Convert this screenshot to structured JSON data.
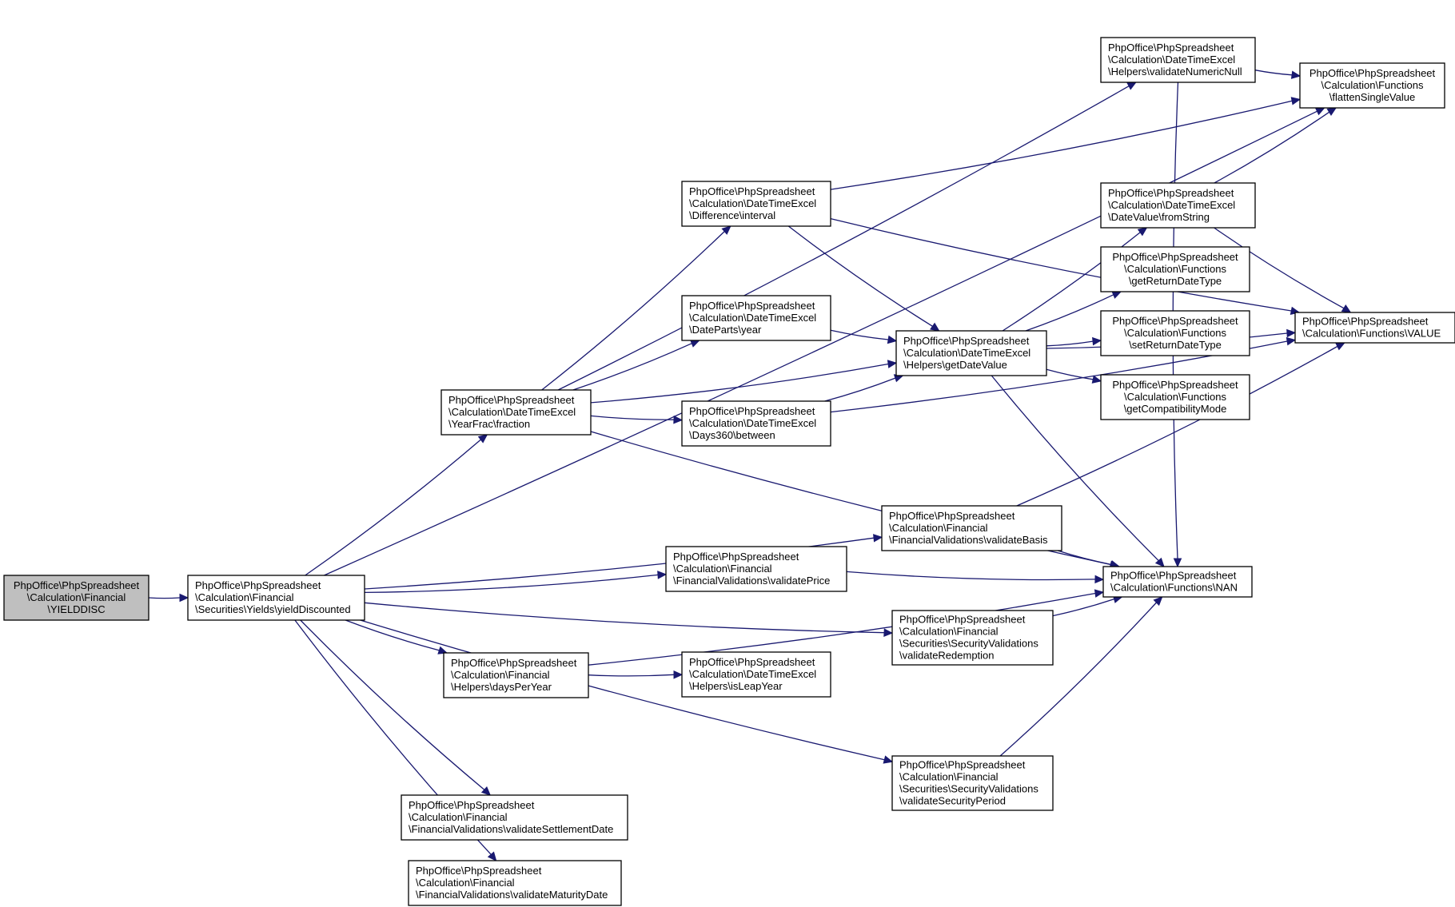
{
  "diagram": {
    "colors": {
      "edge": "#191970",
      "root_fill": "#bfbfbf",
      "node_fill": "#ffffff",
      "border": "#000000"
    },
    "nodes": [
      {
        "id": "yielddisc",
        "name": "node-yielddisc",
        "root": true,
        "align": "center",
        "lines": [
          "PhpOffice\\PhpSpreadsheet",
          "\\Calculation\\Financial",
          "\\YIELDDISC"
        ]
      },
      {
        "id": "yieldDiscounted",
        "name": "node-yield-discounted",
        "lines": [
          "PhpOffice\\PhpSpreadsheet",
          "\\Calculation\\Financial",
          "\\Securities\\Yields\\yieldDiscounted"
        ]
      },
      {
        "id": "fraction",
        "name": "node-yearfrac-fraction",
        "lines": [
          "PhpOffice\\PhpSpreadsheet",
          "\\Calculation\\DateTimeExcel",
          "\\YearFrac\\fraction"
        ]
      },
      {
        "id": "interval",
        "name": "node-difference-interval",
        "lines": [
          "PhpOffice\\PhpSpreadsheet",
          "\\Calculation\\DateTimeExcel",
          "\\Difference\\interval"
        ]
      },
      {
        "id": "year",
        "name": "node-dateparts-year",
        "lines": [
          "PhpOffice\\PhpSpreadsheet",
          "\\Calculation\\DateTimeExcel",
          "\\DateParts\\year"
        ]
      },
      {
        "id": "between",
        "name": "node-days360-between",
        "lines": [
          "PhpOffice\\PhpSpreadsheet",
          "\\Calculation\\DateTimeExcel",
          "\\Days360\\between"
        ]
      },
      {
        "id": "validateNumericNull",
        "name": "node-validate-numeric-null",
        "lines": [
          "PhpOffice\\PhpSpreadsheet",
          "\\Calculation\\DateTimeExcel",
          "\\Helpers\\validateNumericNull"
        ]
      },
      {
        "id": "flattenSingleValue",
        "name": "node-flatten-single-value",
        "align": "center",
        "lines": [
          "PhpOffice\\PhpSpreadsheet",
          "\\Calculation\\Functions",
          "\\flattenSingleValue"
        ]
      },
      {
        "id": "fromString",
        "name": "node-datevalue-from-string",
        "lines": [
          "PhpOffice\\PhpSpreadsheet",
          "\\Calculation\\DateTimeExcel",
          "\\DateValue\\fromString"
        ]
      },
      {
        "id": "getReturnDateType",
        "name": "node-get-return-date-type",
        "align": "center",
        "lines": [
          "PhpOffice\\PhpSpreadsheet",
          "\\Calculation\\Functions",
          "\\getReturnDateType"
        ]
      },
      {
        "id": "setReturnDateType",
        "name": "node-set-return-date-type",
        "align": "center",
        "lines": [
          "PhpOffice\\PhpSpreadsheet",
          "\\Calculation\\Functions",
          "\\setReturnDateType"
        ]
      },
      {
        "id": "getCompatibilityMode",
        "name": "node-get-compatibility-mode",
        "align": "center",
        "lines": [
          "PhpOffice\\PhpSpreadsheet",
          "\\Calculation\\Functions",
          "\\getCompatibilityMode"
        ]
      },
      {
        "id": "getDateValue",
        "name": "node-helpers-get-date-value",
        "lines": [
          "PhpOffice\\PhpSpreadsheet",
          "\\Calculation\\DateTimeExcel",
          "\\Helpers\\getDateValue"
        ]
      },
      {
        "id": "VALUE",
        "name": "node-functions-value",
        "lines": [
          "PhpOffice\\PhpSpreadsheet",
          "\\Calculation\\Functions\\VALUE"
        ]
      },
      {
        "id": "validateBasis",
        "name": "node-validate-basis",
        "lines": [
          "PhpOffice\\PhpSpreadsheet",
          "\\Calculation\\Financial",
          "\\FinancialValidations\\validateBasis"
        ]
      },
      {
        "id": "validatePrice",
        "name": "node-validate-price",
        "lines": [
          "PhpOffice\\PhpSpreadsheet",
          "\\Calculation\\Financial",
          "\\FinancialValidations\\validatePrice"
        ]
      },
      {
        "id": "NAN",
        "name": "node-functions-nan",
        "lines": [
          "PhpOffice\\PhpSpreadsheet",
          "\\Calculation\\Functions\\NAN"
        ]
      },
      {
        "id": "validateRedemption",
        "name": "node-validate-redemption",
        "lines": [
          "PhpOffice\\PhpSpreadsheet",
          "\\Calculation\\Financial",
          "\\Securities\\SecurityValidations",
          "\\validateRedemption"
        ]
      },
      {
        "id": "daysPerYear",
        "name": "node-days-per-year",
        "lines": [
          "PhpOffice\\PhpSpreadsheet",
          "\\Calculation\\Financial",
          "\\Helpers\\daysPerYear"
        ]
      },
      {
        "id": "isLeapYear",
        "name": "node-is-leap-year",
        "lines": [
          "PhpOffice\\PhpSpreadsheet",
          "\\Calculation\\DateTimeExcel",
          "\\Helpers\\isLeapYear"
        ]
      },
      {
        "id": "validateSecurityPeriod",
        "name": "node-validate-security-period",
        "lines": [
          "PhpOffice\\PhpSpreadsheet",
          "\\Calculation\\Financial",
          "\\Securities\\SecurityValidations",
          "\\validateSecurityPeriod"
        ]
      },
      {
        "id": "validateSettlementDate",
        "name": "node-validate-settlement-date",
        "lines": [
          "PhpOffice\\PhpSpreadsheet",
          "\\Calculation\\Financial",
          "\\FinancialValidations\\validateSettlementDate"
        ]
      },
      {
        "id": "validateMaturityDate",
        "name": "node-validate-maturity-date",
        "lines": [
          "PhpOffice\\PhpSpreadsheet",
          "\\Calculation\\Financial",
          "\\FinancialValidations\\validateMaturityDate"
        ]
      }
    ],
    "edges": [
      [
        "yielddisc",
        "yieldDiscounted"
      ],
      [
        "yieldDiscounted",
        "fraction"
      ],
      [
        "yieldDiscounted",
        "flattenSingleValue"
      ],
      [
        "yieldDiscounted",
        "validateBasis"
      ],
      [
        "yieldDiscounted",
        "validatePrice"
      ],
      [
        "yieldDiscounted",
        "validateRedemption"
      ],
      [
        "yieldDiscounted",
        "daysPerYear"
      ],
      [
        "yieldDiscounted",
        "validateSecurityPeriod"
      ],
      [
        "yieldDiscounted",
        "validateSettlementDate"
      ],
      [
        "yieldDiscounted",
        "validateMaturityDate"
      ],
      [
        "fraction",
        "validateNumericNull"
      ],
      [
        "fraction",
        "interval"
      ],
      [
        "fraction",
        "year"
      ],
      [
        "fraction",
        "between"
      ],
      [
        "fraction",
        "getDateValue"
      ],
      [
        "fraction",
        "NAN"
      ],
      [
        "interval",
        "flattenSingleValue"
      ],
      [
        "interval",
        "VALUE"
      ],
      [
        "interval",
        "getDateValue"
      ],
      [
        "year",
        "getDateValue"
      ],
      [
        "between",
        "getDateValue"
      ],
      [
        "between",
        "VALUE"
      ],
      [
        "validateNumericNull",
        "flattenSingleValue"
      ],
      [
        "validateNumericNull",
        "NAN"
      ],
      [
        "getDateValue",
        "fromString"
      ],
      [
        "getDateValue",
        "getReturnDateType"
      ],
      [
        "getDateValue",
        "setReturnDateType"
      ],
      [
        "getDateValue",
        "getCompatibilityMode"
      ],
      [
        "getDateValue",
        "VALUE"
      ],
      [
        "getDateValue",
        "NAN"
      ],
      [
        "fromString",
        "flattenSingleValue"
      ],
      [
        "fromString",
        "VALUE"
      ],
      [
        "validateBasis",
        "VALUE"
      ],
      [
        "validateBasis",
        "NAN"
      ],
      [
        "validatePrice",
        "NAN"
      ],
      [
        "validateRedemption",
        "NAN"
      ],
      [
        "daysPerYear",
        "isLeapYear"
      ],
      [
        "daysPerYear",
        "NAN"
      ],
      [
        "validateSecurityPeriod",
        "NAN"
      ]
    ]
  }
}
